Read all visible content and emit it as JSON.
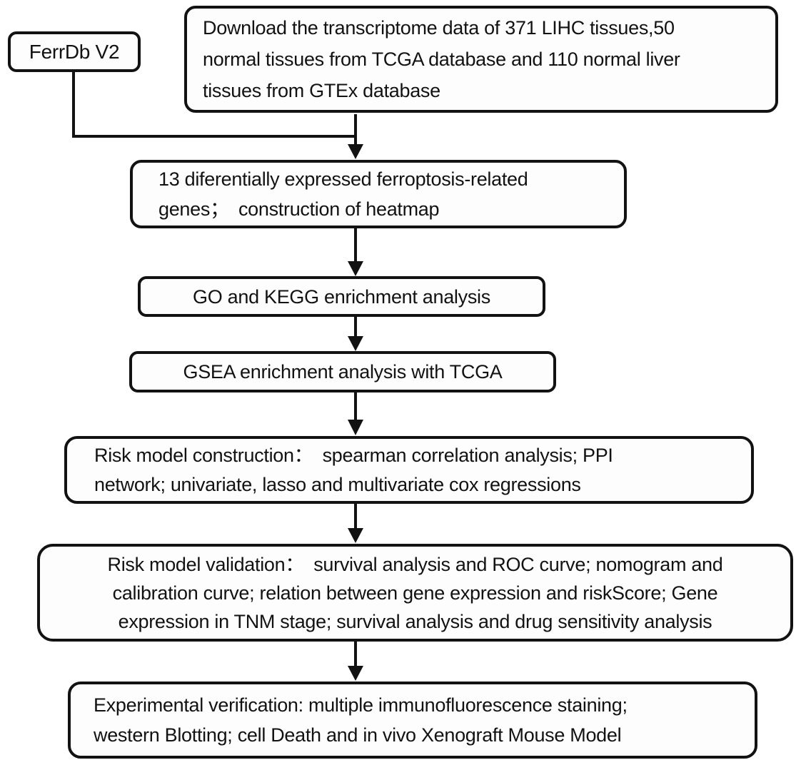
{
  "figure": {
    "type": "flowchart",
    "background_color": "#ffffff",
    "line_color": "#121212",
    "text_color": "#121212",
    "nodes": {
      "ferrdb": {
        "lines": [
          "FerrDb V2"
        ]
      },
      "download": {
        "lines": [
          "Download the transcriptome data of 371 LIHC tissues,50",
          "normal tissues from TCGA database and 110 normal liver",
          "tissues from GTEx database"
        ]
      },
      "deg": {
        "lines": [
          "13 diferentially expressed ferroptosis-related",
          "genes； construction of heatmap"
        ]
      },
      "go_kegg": {
        "lines": [
          "GO and KEGG enrichment analysis"
        ]
      },
      "gsea": {
        "lines": [
          "GSEA enrichment analysis with TCGA"
        ]
      },
      "risk_construction": {
        "lines": [
          "Risk model construction： spearman correlation analysis; PPI",
          "network; univariate, lasso and multivariate cox regressions"
        ]
      },
      "risk_validation": {
        "lines": [
          "Risk model validation： survival analysis and ROC curve; nomogram and",
          "calibration curve; relation between gene expression and riskScore; Gene",
          "expression in TNM stage; survival analysis and drug sensitivity analysis"
        ]
      },
      "experimental": {
        "lines": [
          "Experimental verification: multiple immunofluorescence staining;",
          "western Blotting; cell Death and in vivo Xenograft Mouse Model"
        ]
      }
    },
    "edges": [
      "ferrdb -> merge-junction",
      "download -> deg",
      "deg -> go_kegg",
      "go_kegg -> gsea",
      "gsea -> risk_construction",
      "risk_construction -> risk_validation",
      "risk_validation -> experimental"
    ]
  }
}
